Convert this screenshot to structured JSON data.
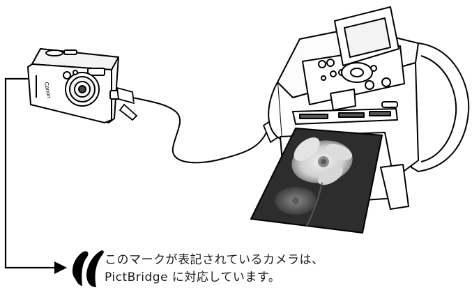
{
  "caption": {
    "line1": "このマークが表記されているカメラは、",
    "line2": "PictBridge に対応しています。"
  },
  "camera": {
    "brand_label": "Canon"
  },
  "colors": {
    "line": "#000000",
    "background": "#ffffff"
  },
  "icons": [
    "pictbridge-mark-icon",
    "arrow-right-icon"
  ]
}
